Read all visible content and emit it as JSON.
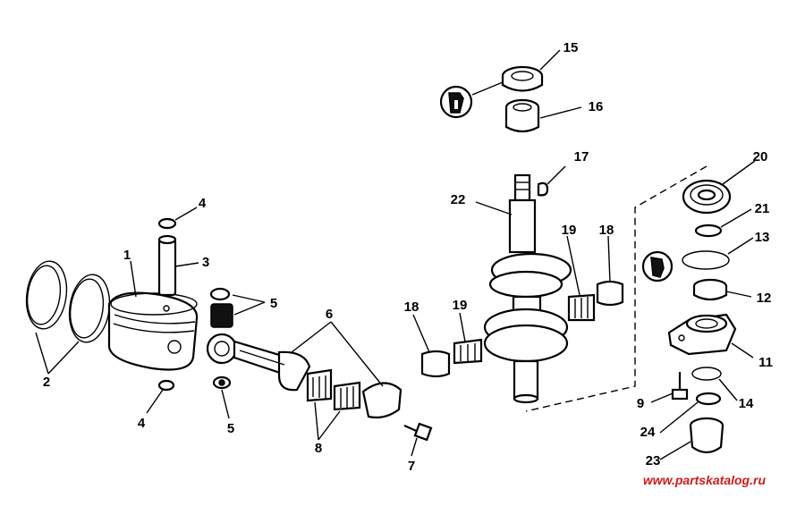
{
  "diagram": {
    "callouts": [
      {
        "id": "c1",
        "label": "1"
      },
      {
        "id": "c2",
        "label": "2"
      },
      {
        "id": "c3",
        "label": "3"
      },
      {
        "id": "c4a",
        "label": "4"
      },
      {
        "id": "c4b",
        "label": "4"
      },
      {
        "id": "c5a",
        "label": "5"
      },
      {
        "id": "c5b",
        "label": "5"
      },
      {
        "id": "c6",
        "label": "6"
      },
      {
        "id": "c7",
        "label": "7"
      },
      {
        "id": "c8",
        "label": "8"
      },
      {
        "id": "c9",
        "label": "9"
      },
      {
        "id": "c11",
        "label": "11"
      },
      {
        "id": "c12",
        "label": "12"
      },
      {
        "id": "c13",
        "label": "13"
      },
      {
        "id": "c14",
        "label": "14"
      },
      {
        "id": "c15",
        "label": "15"
      },
      {
        "id": "c16",
        "label": "16"
      },
      {
        "id": "c17",
        "label": "17"
      },
      {
        "id": "c18a",
        "label": "18"
      },
      {
        "id": "c18b",
        "label": "18"
      },
      {
        "id": "c19a",
        "label": "19"
      },
      {
        "id": "c19b",
        "label": "19"
      },
      {
        "id": "c20",
        "label": "20"
      },
      {
        "id": "c21",
        "label": "21"
      },
      {
        "id": "c22",
        "label": "22"
      },
      {
        "id": "c23",
        "label": "23"
      },
      {
        "id": "c24",
        "label": "24"
      }
    ],
    "watermark": "www.partskatalog.ru"
  }
}
